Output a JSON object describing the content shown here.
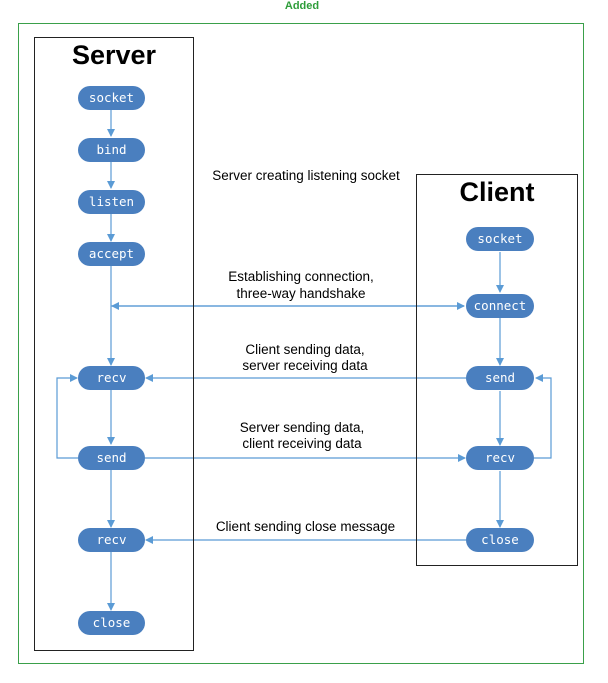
{
  "header": {
    "added_label": "Added"
  },
  "server": {
    "title": "Server",
    "nodes": [
      "socket",
      "bind",
      "listen",
      "accept",
      "recv",
      "send",
      "recv",
      "close"
    ]
  },
  "client": {
    "title": "Client",
    "nodes": [
      "socket",
      "connect",
      "send",
      "recv",
      "close"
    ]
  },
  "annotations": {
    "listening": "Server creating listening socket",
    "handshake_1": "Establishing connection,",
    "handshake_2": "three-way handshake",
    "client_send_1": "Client sending data,",
    "client_send_2": "server receiving data",
    "server_send_1": "Server sending data,",
    "server_send_2": "client receiving data",
    "close_message": "Client sending close message"
  },
  "colors": {
    "node": "#4a7fbf",
    "arrow": "#5b9bd5",
    "frame": "#3aa04a"
  }
}
